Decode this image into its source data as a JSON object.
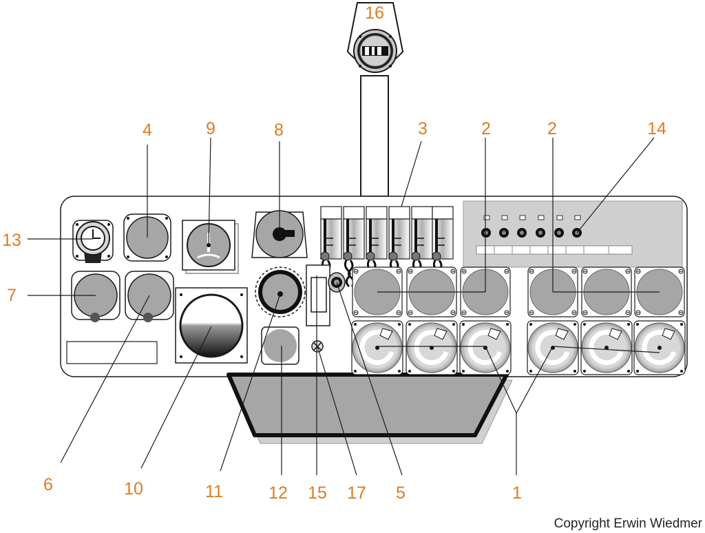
{
  "colors": {
    "callout": "#e07b1f",
    "outline": "#1a1a1a",
    "gauge_face": "#a6a6a6",
    "panel_shade": "#cfcfcf"
  },
  "callouts": [
    {
      "id": "c16",
      "label": "16"
    },
    {
      "id": "c4",
      "label": "4"
    },
    {
      "id": "c9",
      "label": "9"
    },
    {
      "id": "c8",
      "label": "8"
    },
    {
      "id": "c3",
      "label": "3"
    },
    {
      "id": "c2a",
      "label": "2"
    },
    {
      "id": "c2b",
      "label": "2"
    },
    {
      "id": "c14",
      "label": "14"
    },
    {
      "id": "c13",
      "label": "13"
    },
    {
      "id": "c7",
      "label": "7"
    },
    {
      "id": "c6",
      "label": "6"
    },
    {
      "id": "c10",
      "label": "10"
    },
    {
      "id": "c11",
      "label": "11"
    },
    {
      "id": "c12",
      "label": "12"
    },
    {
      "id": "c15",
      "label": "15"
    },
    {
      "id": "c17",
      "label": "17"
    },
    {
      "id": "c5",
      "label": "5"
    },
    {
      "id": "c1",
      "label": "1"
    }
  ],
  "copyright": "Copyright Erwin Wiedmer"
}
